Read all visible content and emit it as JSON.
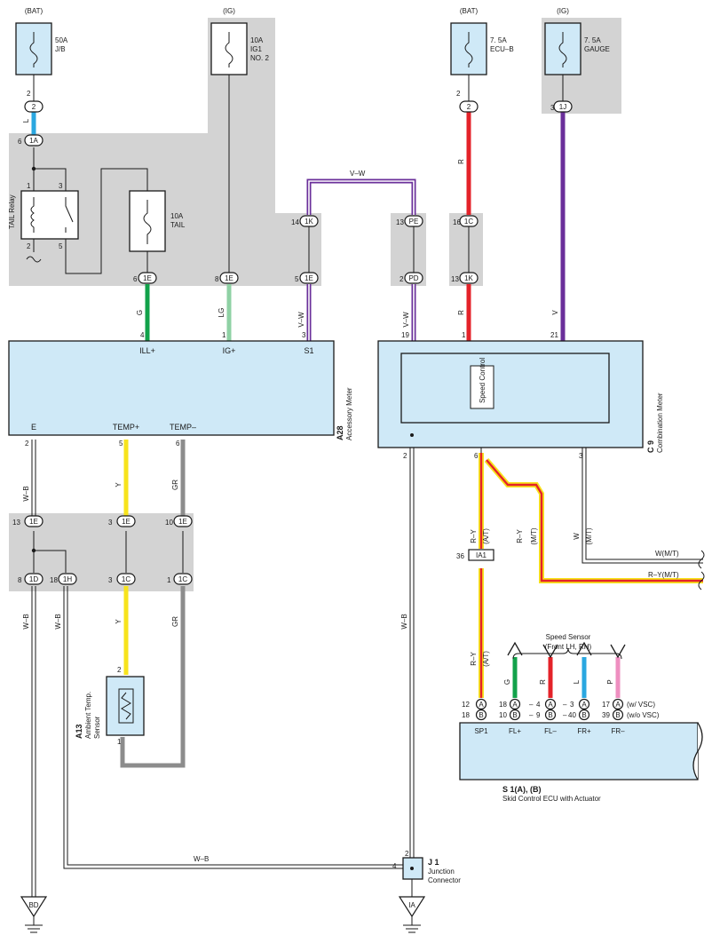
{
  "wire_colors": {
    "L": "#2aa7e0",
    "G": "#12a24a",
    "LG": "#8fd1a4",
    "VW": "#6a2f9a",
    "R": "#e42229",
    "V": "#6a2f9a",
    "Y": "#f7e31c",
    "GR": "#8c8c8c",
    "P": "#ee8fc0",
    "RY": "#e42229"
  },
  "fuses": {
    "bat1": {
      "source": "(BAT)",
      "line1": "50A",
      "line2": "J/B",
      "line3": ""
    },
    "ig1": {
      "source": "(IG)",
      "line1": "10A",
      "line2": "IG1",
      "line3": "NO. 2"
    },
    "bat2": {
      "source": "(BAT)",
      "line1": "7. 5A",
      "line2": "ECU–B",
      "line3": ""
    },
    "ig2": {
      "source": "(IG)",
      "line1": "7. 5A",
      "line2": "GAUGE",
      "line3": ""
    },
    "tail": {
      "line1": "10A",
      "line2": "TAIL"
    }
  },
  "relay": {
    "label": "TAIL Relay",
    "pin1": "1",
    "pin2": "2",
    "pin3": "3",
    "pin5": "5"
  },
  "connectors": {
    "c2a": "2",
    "c1a": "1A",
    "c1e_a": "1E",
    "c1e_b": "1E",
    "c1k_a": "1K",
    "c1e_c": "1E",
    "cpe": "PE",
    "cpd": "PD",
    "c2b": "2",
    "c1c": "1C",
    "c1k_b": "1K",
    "c1j": "1J",
    "c1e_d": "1E",
    "c1e_e": "1E",
    "c1e_f": "1E",
    "c1d": "1D",
    "c1h": "1H",
    "c1c_b": "1C",
    "c1c_c": "1C",
    "ia1": "IA1"
  },
  "pins": {
    "p2a": "2",
    "p6a": "6",
    "p6e": "6",
    "p8e": "8",
    "p14": "14",
    "p5e": "5",
    "p13pe": "13",
    "p2pd": "2",
    "p2b": "2",
    "p16": "16",
    "p13k": "13",
    "p3j": "3",
    "am4": "4",
    "am1": "1",
    "am3": "3",
    "am2": "2",
    "am5": "5",
    "am6": "6",
    "cm19": "19",
    "cm1": "1",
    "cm21": "21",
    "cm2": "2",
    "cm6": "6",
    "cm3": "3",
    "e13": "13",
    "e3": "3",
    "e10": "10",
    "d8": "8",
    "h18": "18",
    "c3": "3",
    "c1": "1",
    "s2": "2",
    "s1": "1",
    "ia36": "36",
    "j2": "2",
    "j4": "4",
    "ecu12": "12",
    "ecu18": "18",
    "ecu18b": "18",
    "ecu10": "10",
    "ecu4": "4",
    "ecu9": "9",
    "ecu3": "3",
    "ecu40": "40",
    "ecu17": "17",
    "ecu39": "39"
  },
  "wire_labels": {
    "l": "L",
    "g": "G",
    "lg": "LG",
    "vw1": "V–W",
    "vw2": "V–W",
    "vwtop": "V–W",
    "r1": "R",
    "r2": "R",
    "v": "V",
    "wb1": "W–B",
    "y1": "Y",
    "gr1": "GR",
    "wb2": "W–B",
    "wb3": "W–B",
    "y2": "Y",
    "gr2": "GR",
    "wb4": "W–B",
    "wbh": "W–B",
    "ry1": "R–Y",
    "at1": "(A/T)",
    "ry2": "R–Y",
    "mt1": "(M/T)",
    "w": "W",
    "mt2": "(M/T)",
    "ry3": "R–Y",
    "at2": "(A/T)",
    "wmt": "W(M/T)",
    "rymt": "R–Y(M/T)",
    "gs": "G",
    "rs": "R",
    "ls": "L",
    "ps": "P"
  },
  "accessory_meter": {
    "code": "A28",
    "name": "Accessory Meter",
    "t_ill": "ILL+",
    "t_ig": "IG+",
    "t_s1": "S1",
    "t_e": "E",
    "t_tp": "TEMP+",
    "t_tm": "TEMP–"
  },
  "combination_meter": {
    "code": "C 9",
    "name": "Combination Meter",
    "inner": "Speed Control"
  },
  "ambient_sensor": {
    "code": "A13",
    "line1": "Ambient Temp.",
    "line2": "Sensor"
  },
  "speed_sensor": {
    "line1": "Speed Sensor",
    "line2": "(Front LH,  RH)"
  },
  "skid_ecu": {
    "code": "S 1(A), (B)",
    "name": "Skid Control ECU with Actuator",
    "sp1": "SP1",
    "flp": "FL+",
    "flm": "FL–",
    "frp": "FR+",
    "frm": "FR–",
    "a": "A",
    "b": "B",
    "vsc": "(w/ VSC)",
    "novsc": "(w/o VSC)"
  },
  "junction": {
    "code": "J 1",
    "line1": "Junction",
    "line2": "Connector"
  },
  "grounds": {
    "bd": "BD",
    "ia": "IA"
  }
}
